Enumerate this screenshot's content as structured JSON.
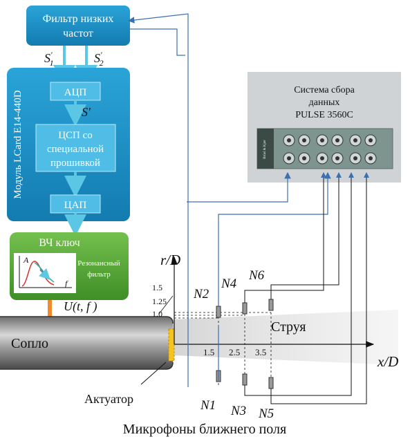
{
  "blocks": {
    "filter_line1": "Фильтр низких",
    "filter_line2": "частот",
    "module_label": "Модуль LCard E14-440D",
    "adc": "АЦП",
    "dsp_line1": "ЦСП со",
    "dsp_line2": "специальной",
    "dsp_line3": "прошивкой",
    "dac": "ЦАП",
    "hf_key": "ВЧ ключ",
    "resonant_line1": "Резонансный",
    "resonant_line2": "фильтр",
    "mini_plot_axis": "A",
    "mini_plot_x": "f",
    "pulse_line1": "Система сбора",
    "pulse_line2": "данных",
    "pulse_line3": "PULSE 3560C",
    "pulse_brand": "Brüel & Kjær"
  },
  "signals": {
    "s1": "S",
    "s1_sub": "1",
    "s1_prime": "'",
    "s2": "S",
    "s2_sub": "2",
    "s2_prime": "'",
    "s_prime": "S'",
    "u": "U(t, f )"
  },
  "axes": {
    "r_axis": "r/D",
    "x_axis": "x/D",
    "r_ticks": [
      "1.5",
      "1.25",
      "1.0"
    ],
    "x_ticks": [
      "1.5",
      "2.5",
      "3.5"
    ]
  },
  "labels": {
    "nozzle": "Сопло",
    "jet": "Струя",
    "actuator": "Актуатор",
    "microphones_caption": "Микрофоны ближнего поля",
    "n1": "N1",
    "n2": "N2",
    "n3": "N3",
    "n4": "N4",
    "n5": "N5",
    "n6": "N6"
  },
  "colors": {
    "blue_box": "#1b8fc6",
    "inner_blue": "#4fbde6",
    "green_box": "#5aab3a",
    "signal_arrow": "#5cc7e4",
    "orange_line": "#f08a2a",
    "wire_blue": "#3a6fb0",
    "pulse_gray": "#cfd3d6"
  }
}
